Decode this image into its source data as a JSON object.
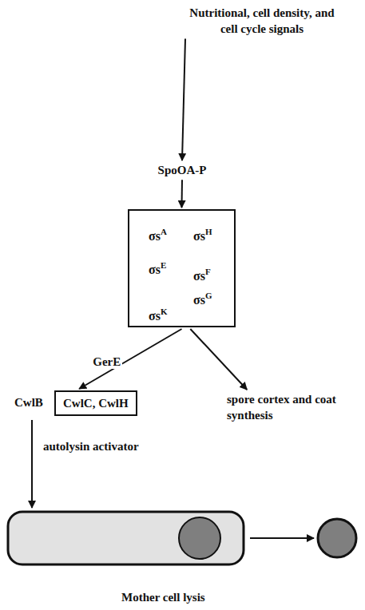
{
  "diagram": {
    "nodes": [
      {
        "text": [
          "Nutritional, cell density, and cell cycle signals"
        ]
      },
      {
        "text": [
          "SpoOA-P"
        ]
      },
      {
        "text": [
          "σsA",
          "σsH",
          "σsE",
          "σsF",
          "σsG",
          "σsK"
        ]
      },
      {
        "text": [
          "CwlB"
        ]
      },
      {
        "text": [
          "CwlC, CwlH"
        ]
      },
      {
        "text": [
          "spore cortex and coat synthesis"
        ]
      }
    ],
    "edges": [
      {
        "from": 0,
        "to": 1,
        "arrow": "to"
      },
      {
        "from": 1,
        "to": 2,
        "arrow": "to"
      },
      {
        "from": 2,
        "to": 4,
        "label": "GerE",
        "arrow": "to"
      },
      {
        "from": 2,
        "to": 5,
        "arrow": "to"
      }
    ],
    "labels": [
      "autolysin activator",
      "Mother cell lysis"
    ]
  }
}
